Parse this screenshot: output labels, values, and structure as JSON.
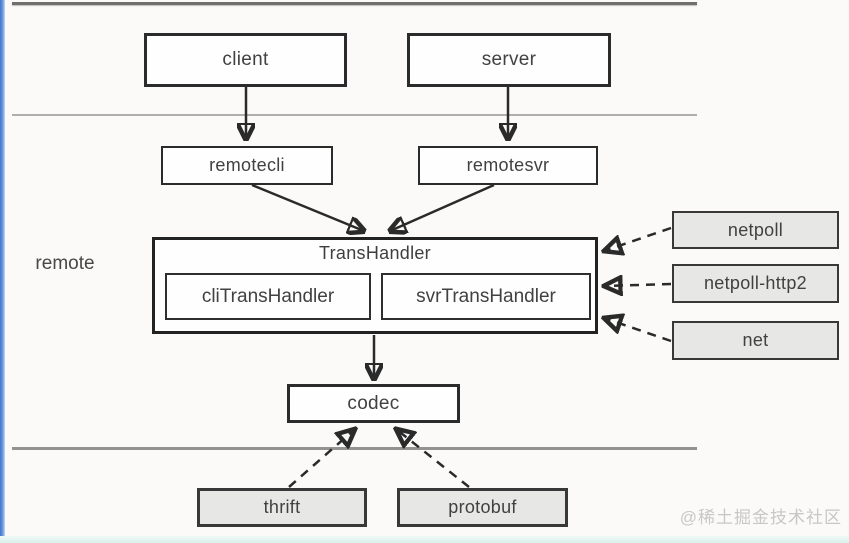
{
  "diagram": {
    "nodes": {
      "client": "client",
      "server": "server",
      "remotecli": "remotecli",
      "remotesvr": "remotesvr",
      "transhandler": "TransHandler",
      "cli_transhandler": "cliTransHandler",
      "svr_transhandler": "svrTransHandler",
      "codec": "codec",
      "netpoll": "netpoll",
      "netpoll_http2": "netpoll-http2",
      "net": "net",
      "thrift": "thrift",
      "protobuf": "protobuf"
    },
    "labels": {
      "remote": "remote"
    },
    "watermark": "@稀土掘金技术社区",
    "edges": [
      {
        "from": "client",
        "to": "remotecli",
        "style": "solid-arrow"
      },
      {
        "from": "server",
        "to": "remotesvr",
        "style": "solid-arrow"
      },
      {
        "from": "remotecli",
        "to": "transhandler",
        "style": "solid-arrow"
      },
      {
        "from": "remotesvr",
        "to": "transhandler",
        "style": "solid-arrow"
      },
      {
        "from": "transhandler",
        "to": "codec",
        "style": "solid-arrow"
      },
      {
        "from": "netpoll",
        "to": "transhandler",
        "style": "dashed-open-arrow"
      },
      {
        "from": "netpoll-http2",
        "to": "transhandler",
        "style": "dashed-open-arrow"
      },
      {
        "from": "net",
        "to": "transhandler",
        "style": "dashed-open-arrow"
      },
      {
        "from": "thrift",
        "to": "codec",
        "style": "dashed-open-arrow"
      },
      {
        "from": "protobuf",
        "to": "codec",
        "style": "dashed-open-arrow"
      }
    ],
    "colors": {
      "box_border": "#2b2b2b",
      "gray_fill": "#e7e7e6",
      "accent_blue": "#3e74c9",
      "bottom_bar_teal": "#d9f0ec",
      "divider_dark": "#6f6f6f",
      "divider_light": "#aeaeae"
    }
  }
}
